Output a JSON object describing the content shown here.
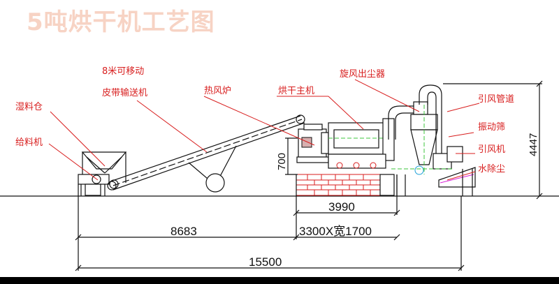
{
  "title": "5吨烘干机工艺图",
  "labels": {
    "wet_bin": "湿料仓",
    "feeder": "给料机",
    "conveyor_line1": "8米可移动",
    "conveyor_line2": "皮带输送机",
    "hot_air_furnace": "热风炉",
    "dryer_main": "烘干主机",
    "cyclone": "旋风出尘器",
    "duct": "引风管道",
    "vibrating_screen": "振动筛",
    "fan": "引风机",
    "water_dust": "水除尘"
  },
  "dimensions": {
    "d3990": "3990",
    "d8683": "8683",
    "d3300": "3300X宽1700",
    "d15500": "15500",
    "d700": "700",
    "d4447": "4447"
  },
  "colors": {
    "title": "#f7d3c4",
    "label": "#d81e1e",
    "line": "#111111",
    "brick": "#d81e1e",
    "guide": "#3cc63c"
  }
}
